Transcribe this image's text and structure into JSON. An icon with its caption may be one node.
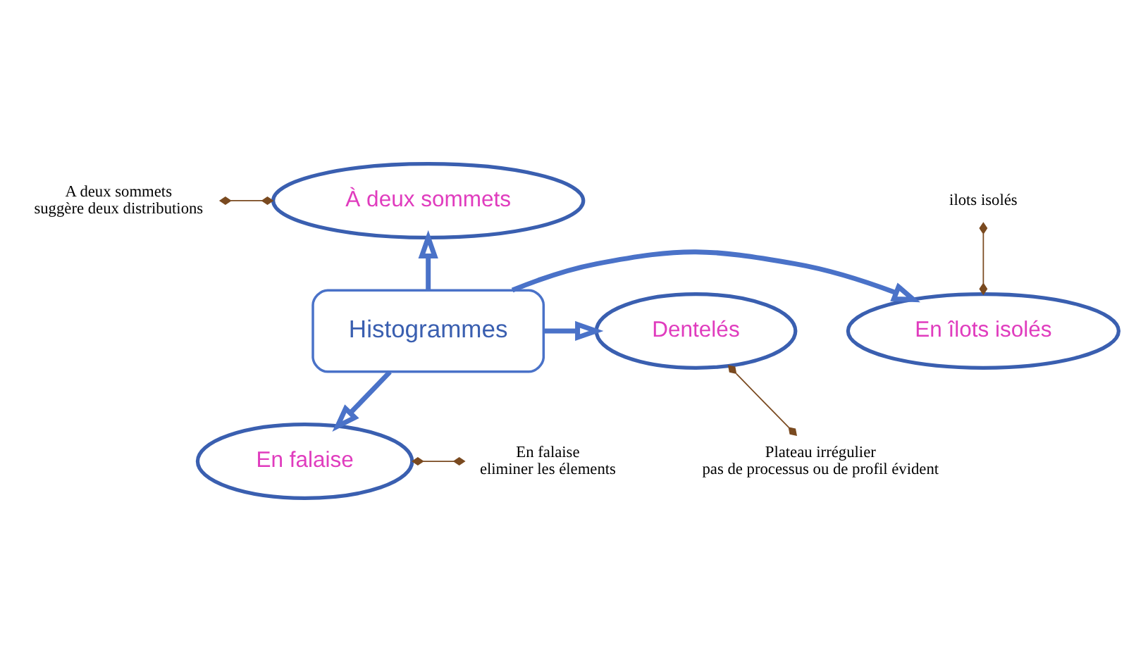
{
  "diagram": {
    "nodes": [
      {
        "text": [
          "A deux sommets",
          "suggère deux distributions"
        ]
      },
      {
        "text": [
          "À deux sommets"
        ]
      },
      {
        "text": [
          "ilots isolés"
        ]
      },
      {
        "text": [
          "En îlots isolés"
        ]
      },
      {
        "text": [
          "Dentelés"
        ]
      },
      {
        "text": [
          "Histogrammes"
        ]
      },
      {
        "text": [
          "Plateau irrégulier",
          "pas de processus ou de profil évident"
        ]
      },
      {
        "text": [
          "En falaise"
        ]
      },
      {
        "text": [
          "En falaise",
          "eliminer les élements"
        ]
      }
    ],
    "edges": [
      {
        "from": 5,
        "to": 1,
        "arrow": "to",
        "style": "thick",
        "color": "#4a72c8"
      },
      {
        "from": 5,
        "to": 4,
        "arrow": "to",
        "style": "thick",
        "color": "#4a72c8"
      },
      {
        "from": 5,
        "to": 3,
        "arrow": "to",
        "style": "thick",
        "color": "#4a72c8"
      },
      {
        "from": 5,
        "to": 7,
        "arrow": "to",
        "style": "thick",
        "color": "#4a72c8"
      },
      {
        "from": 0,
        "to": 1,
        "arrow": "other",
        "color": "#7a4a20"
      },
      {
        "from": 2,
        "to": 3,
        "arrow": "other",
        "color": "#7a4a20"
      },
      {
        "from": 4,
        "to": 6,
        "arrow": "other",
        "color": "#7a4a20"
      },
      {
        "from": 7,
        "to": 8,
        "arrow": "other",
        "color": "#7a4a20"
      }
    ]
  }
}
